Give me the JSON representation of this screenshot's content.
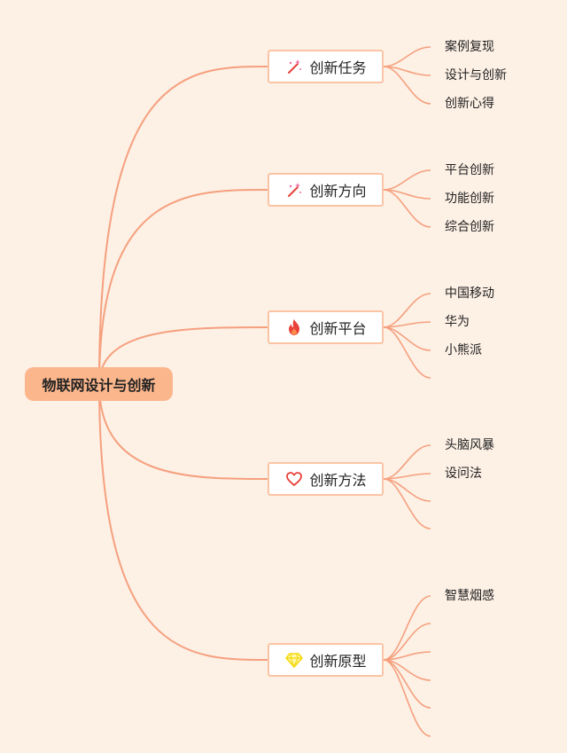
{
  "root": {
    "label": "物联网设计与创新"
  },
  "branches": [
    {
      "label": "创新任务",
      "icon": "magic-wand-icon",
      "color": "#e8413a",
      "leaves": [
        "案例复现",
        "设计与创新",
        "创新心得"
      ],
      "empty_leaves": 0
    },
    {
      "label": "创新方向",
      "icon": "magic-wand-icon",
      "color": "#e8413a",
      "leaves": [
        "平台创新",
        "功能创新",
        "综合创新"
      ],
      "empty_leaves": 0
    },
    {
      "label": "创新平台",
      "icon": "flame-icon",
      "color": "#e8413a",
      "leaves": [
        "中国移动",
        "华为",
        "小熊派"
      ],
      "empty_leaves": 1
    },
    {
      "label": "创新方法",
      "icon": "heart-icon",
      "color": "#e8413a",
      "leaves": [
        "头脑风暴",
        "设问法"
      ],
      "empty_leaves": 2
    },
    {
      "label": "创新原型",
      "icon": "diamond-icon",
      "color": "#f5d90a",
      "leaves": [
        "智慧烟感"
      ],
      "empty_leaves": 5
    }
  ],
  "colors": {
    "background": "#fdf0e5",
    "connector": "#f5a07e",
    "root_fill": "#fbb68c",
    "branch_border": "#fbc4a4"
  }
}
